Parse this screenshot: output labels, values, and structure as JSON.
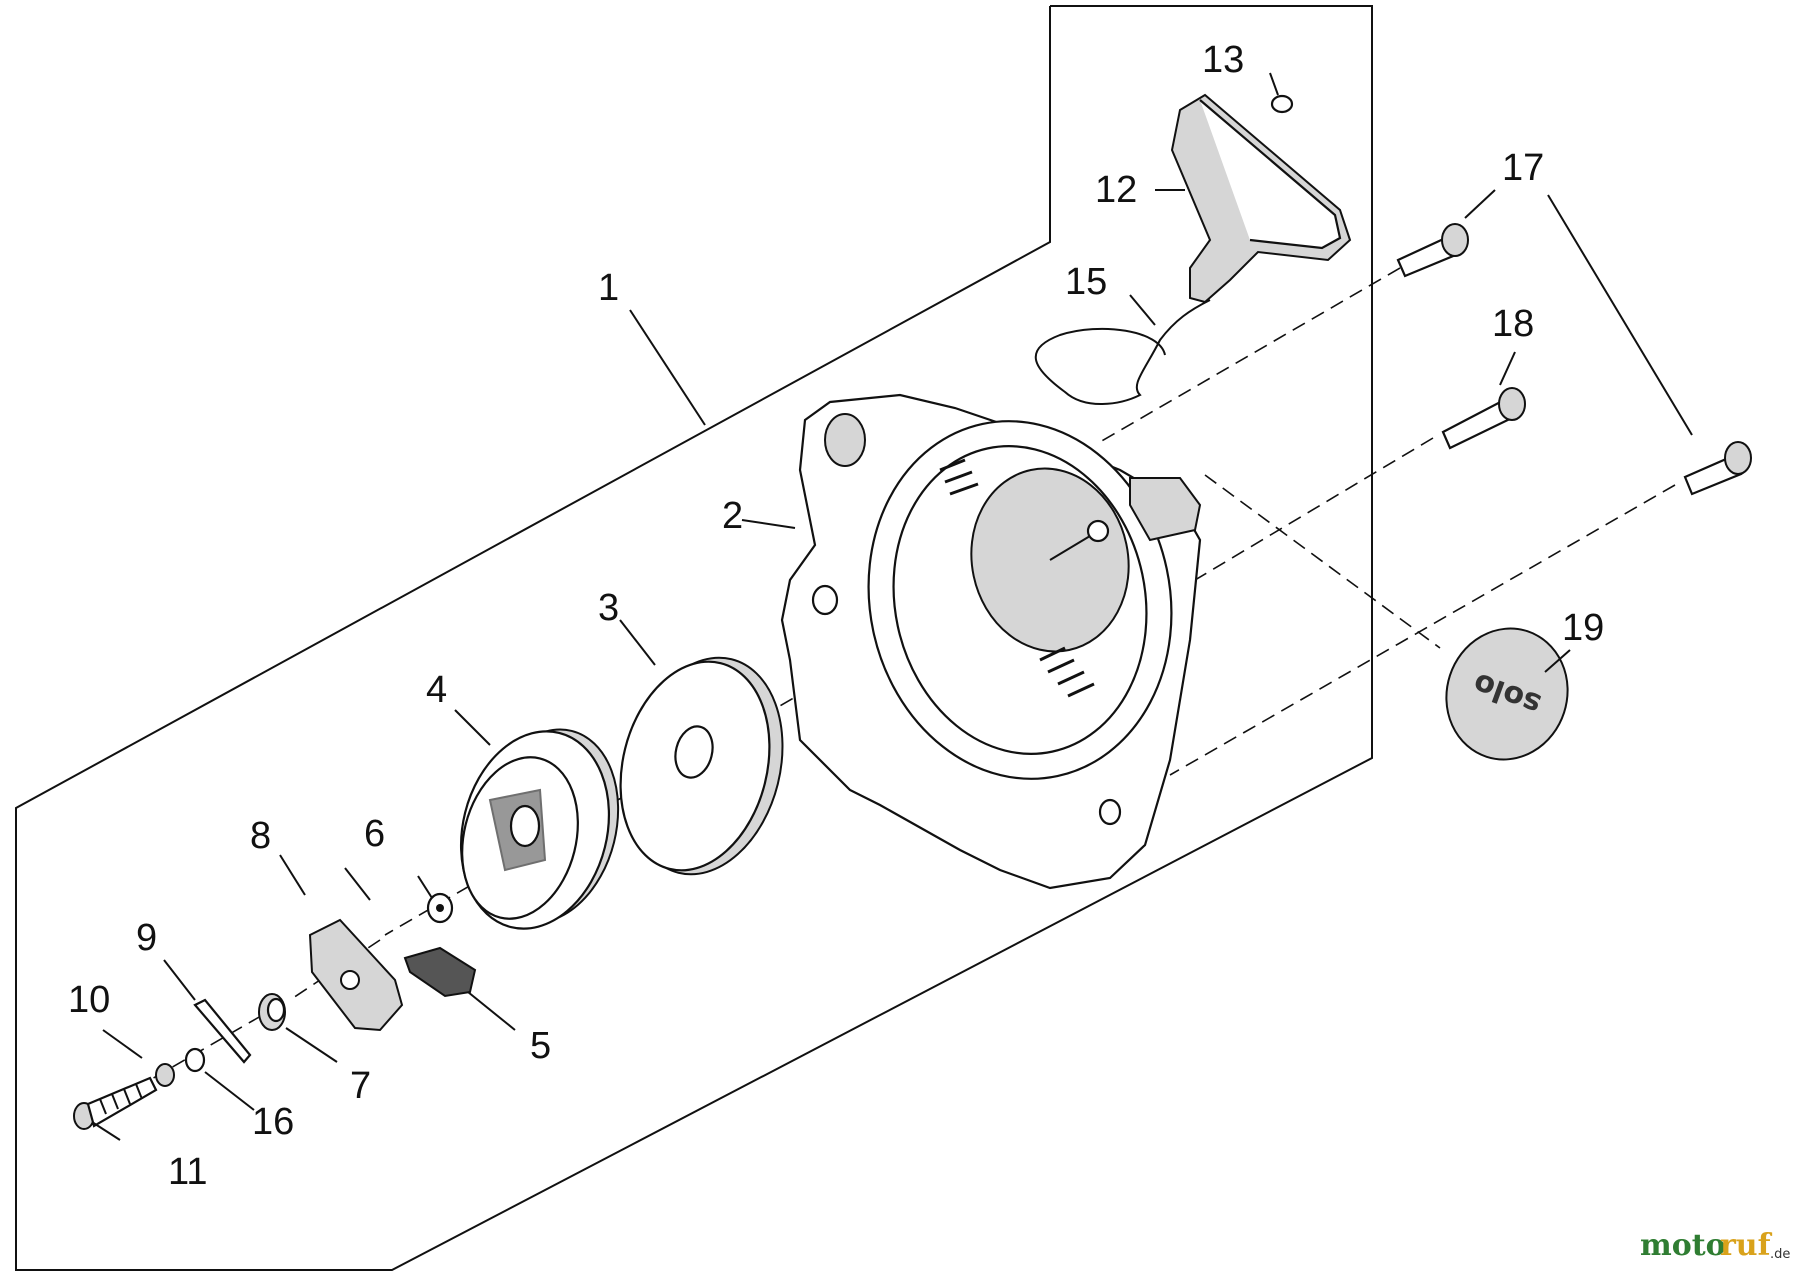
{
  "callouts": [
    "1",
    "2",
    "3",
    "4",
    "5",
    "6",
    "7",
    "8",
    "9",
    "10",
    "11",
    "12",
    "13",
    "15",
    "16",
    "17",
    "18",
    "19"
  ],
  "cover_text": "solo",
  "watermark": {
    "part1": "moto",
    "part2": "ruf",
    "suffix": ".de"
  }
}
